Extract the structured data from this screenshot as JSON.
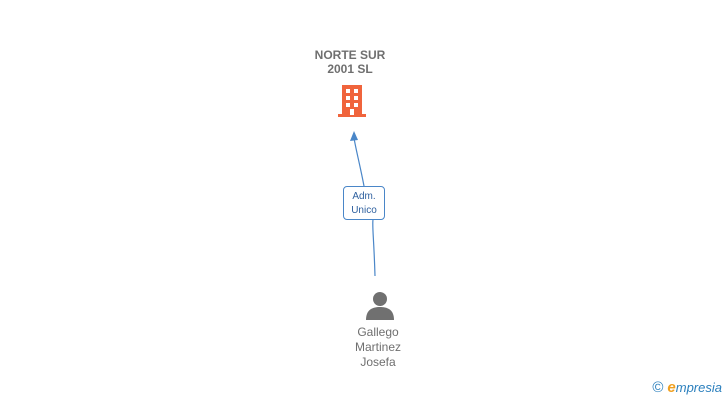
{
  "company": {
    "name_line1": "NORTE SUR",
    "name_line2": "2001 SL",
    "icon": "building-icon",
    "color": "#f0643c"
  },
  "relation": {
    "role_line1": "Adm.",
    "role_line2": "Unico",
    "color": "#4a86c8"
  },
  "person": {
    "name_line1": "Gallego",
    "name_line2": "Martinez",
    "name_line3": "Josefa",
    "icon": "person-icon",
    "color": "#707070"
  },
  "brand": {
    "copyright": "©",
    "logo_letter": "e",
    "logo_text": "mpresia"
  }
}
